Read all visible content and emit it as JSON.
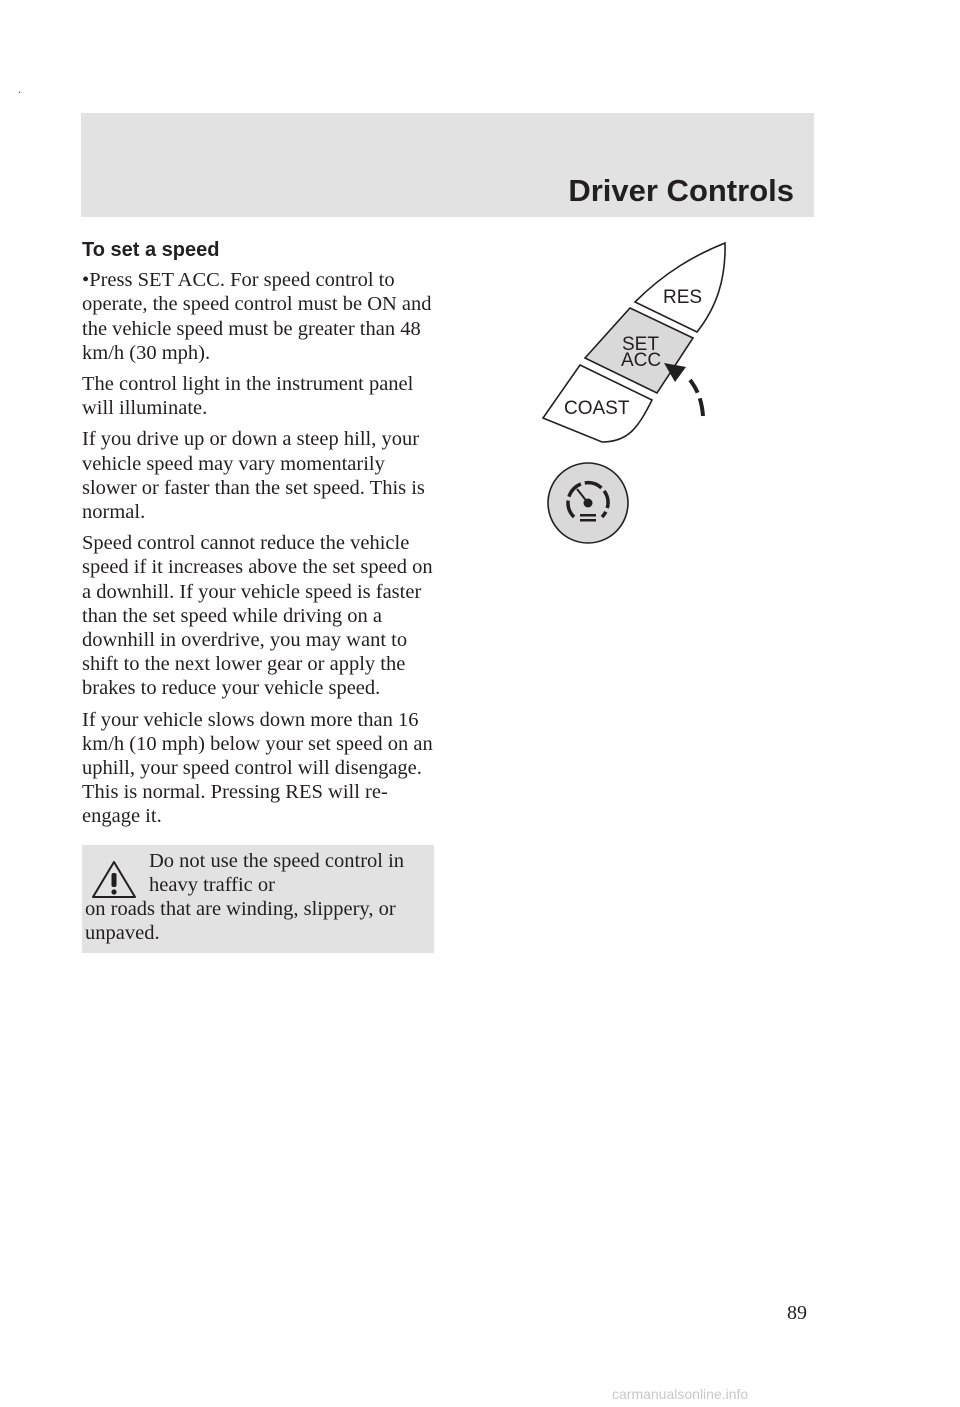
{
  "header": {
    "title": "Driver Controls"
  },
  "section": {
    "heading": "To set a speed",
    "bullet": "•",
    "paragraphs": [
      "Press SET ACC. For speed control to operate, the speed control must be ON and the vehicle speed must be greater than 48 km/h (30 mph).",
      "The control light in the instrument panel will illuminate.",
      "If you drive up or down a steep hill, your vehicle speed may vary momentarily slower or faster than the set speed. This is normal.",
      "Speed control cannot reduce the vehicle speed if it increases above the set speed on a downhill. If your vehicle speed is faster than the set speed while driving on a downhill in overdrive, you may want to shift to the next lower gear or apply the brakes to reduce your vehicle speed.",
      "If your vehicle slows down more than 16 km/h (10 mph) below your set speed on an uphill, your speed control will disengage. This is normal. Pressing RES will re-engage it."
    ]
  },
  "warning": {
    "line1": "Do not use the speed control in heavy traffic or",
    "line2": "on roads that are winding, slippery, or unpaved.",
    "icon": "warning-triangle-icon"
  },
  "diagram": {
    "res": "RES",
    "set": "SET",
    "acc": "ACC",
    "coast": "COAST",
    "icon": "speed-control-icon",
    "highlight": "#d9d9d9"
  },
  "page_number": "89",
  "watermark": "carmanualsonline.info"
}
